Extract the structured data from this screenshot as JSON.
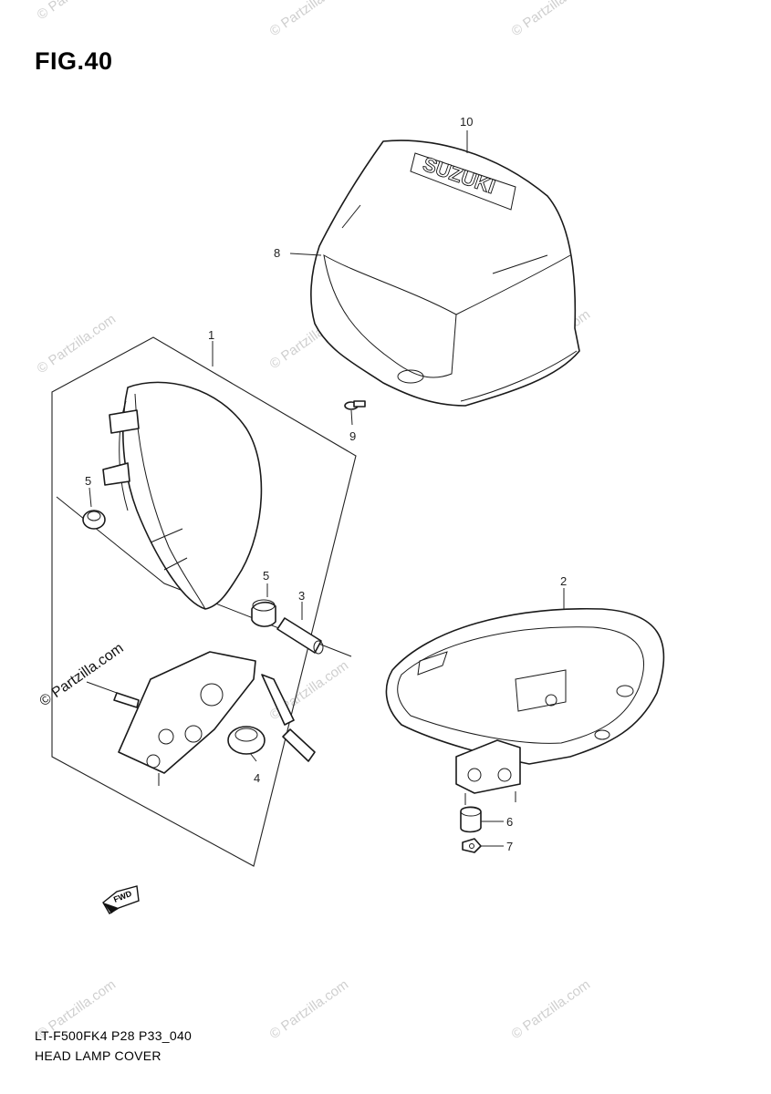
{
  "figure": {
    "title": "FIG.40",
    "brand_lettering": "SUZUKI",
    "fwd_label": "FWD",
    "watermark": "© Partzilla.com"
  },
  "callouts": [
    {
      "id": "1",
      "label": "1"
    },
    {
      "id": "2",
      "label": "2"
    },
    {
      "id": "3",
      "label": "3"
    },
    {
      "id": "4",
      "label": "4"
    },
    {
      "id": "5a",
      "label": "5"
    },
    {
      "id": "5b",
      "label": "5"
    },
    {
      "id": "6",
      "label": "6"
    },
    {
      "id": "7",
      "label": "7"
    },
    {
      "id": "8",
      "label": "8"
    },
    {
      "id": "9",
      "label": "9"
    },
    {
      "id": "10",
      "label": "10"
    }
  ],
  "footer": {
    "code": "LT-F500FK4 P28 P33_040",
    "name": "HEAD LAMP COVER"
  }
}
